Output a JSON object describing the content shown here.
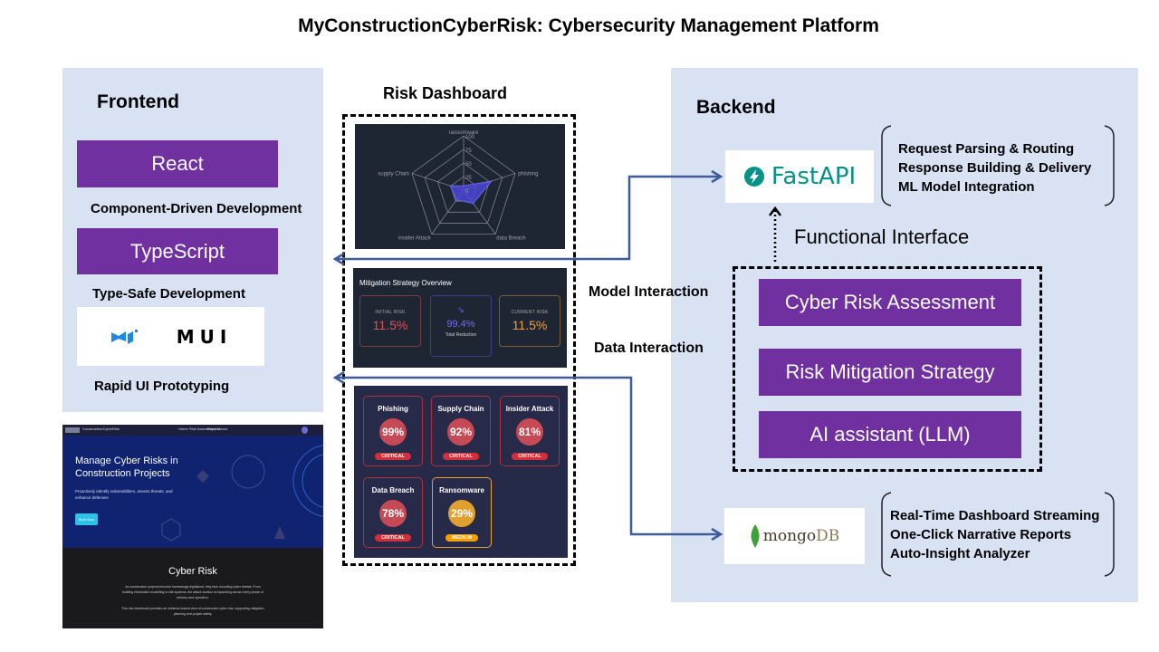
{
  "title": "MyConstructionCyberRisk: Cybersecurity Management Platform",
  "frontend": {
    "heading": "Frontend",
    "items": [
      {
        "name": "React",
        "caption": "Component-Driven Development"
      },
      {
        "name": "TypeScript",
        "caption": "Type-Safe Development"
      },
      {
        "name": "MUI",
        "caption": "Rapid UI Prototyping"
      }
    ]
  },
  "website": {
    "brand": "ConstructionCyberRisk",
    "nav": [
      "Home",
      "Risk Assessment",
      "Reports",
      "About"
    ],
    "hero_title": "Manage Cyber Risks in Construction Projects",
    "hero_subtitle": "Proactively identify vulnerabilities, assess threats, and enhance defenses",
    "hero_button": "Start Now",
    "section_title": "Cyber Risk",
    "section_body": "As construction projects become increasingly digitalized, they face mounting cyber threats. From building information modelling to site systems, the attack surface is expanding across every phase of delivery and operation.",
    "section_body2": "This risk dashboard provides an evidence-based view of construction cyber risk, supporting mitigation planning and project safety."
  },
  "dashboard": {
    "heading": "Risk Dashboard",
    "mitigation": {
      "title": "Mitigation Strategy Overview",
      "initial_label": "INITIAL RISK",
      "initial_value": "11.5%",
      "reduction_value": "99.4%",
      "reduction_label": "Total Reduction",
      "current_label": "CURRENT RISK",
      "current_value": "11.5%"
    },
    "threats": [
      {
        "name": "Phishing",
        "value": "99%",
        "level": "CRITICAL"
      },
      {
        "name": "Supply Chain",
        "value": "92%",
        "level": "CRITICAL"
      },
      {
        "name": "Insider Attack",
        "value": "81%",
        "level": "CRITICAL"
      },
      {
        "name": "Data Breach",
        "value": "78%",
        "level": "CRITICAL"
      },
      {
        "name": "Ransomware",
        "value": "29%",
        "level": "MEDIUM"
      }
    ]
  },
  "chart_data": {
    "type": "radar",
    "categories": [
      "ransomware",
      "phishing",
      "data Breach",
      "insider Attack",
      "supply Chain"
    ],
    "values": [
      8,
      54,
      30,
      22,
      26
    ],
    "ticks": [
      "0",
      "25",
      "50",
      "75",
      "100"
    ],
    "range": [
      0,
      100
    ]
  },
  "connectors": {
    "model_interaction": "Model Interaction",
    "data_interaction": "Data Interaction",
    "functional_interface": "Functional Interface"
  },
  "backend": {
    "heading": "Backend",
    "fastapi": {
      "name": "FastAPI",
      "features": [
        "Request Parsing & Routing",
        "Response Building & Delivery",
        "ML Model Integration"
      ]
    },
    "modules": [
      "Cyber Risk Assessment",
      "Risk Mitigation Strategy",
      "AI assistant (LLM)"
    ],
    "mongodb": {
      "name_a": "mongo",
      "name_b": "DB",
      "features": [
        "Real-Time Dashboard Streaming",
        "One-Click Narrative Reports",
        "Auto-Insight Analyzer"
      ]
    }
  },
  "colors": {
    "panel": "#d9e2f3",
    "purple": "#7030a0",
    "arrow": "#3e5c9a",
    "fastapi": "#079287",
    "critical": "#d32f3a",
    "medium": "#f5a000"
  }
}
